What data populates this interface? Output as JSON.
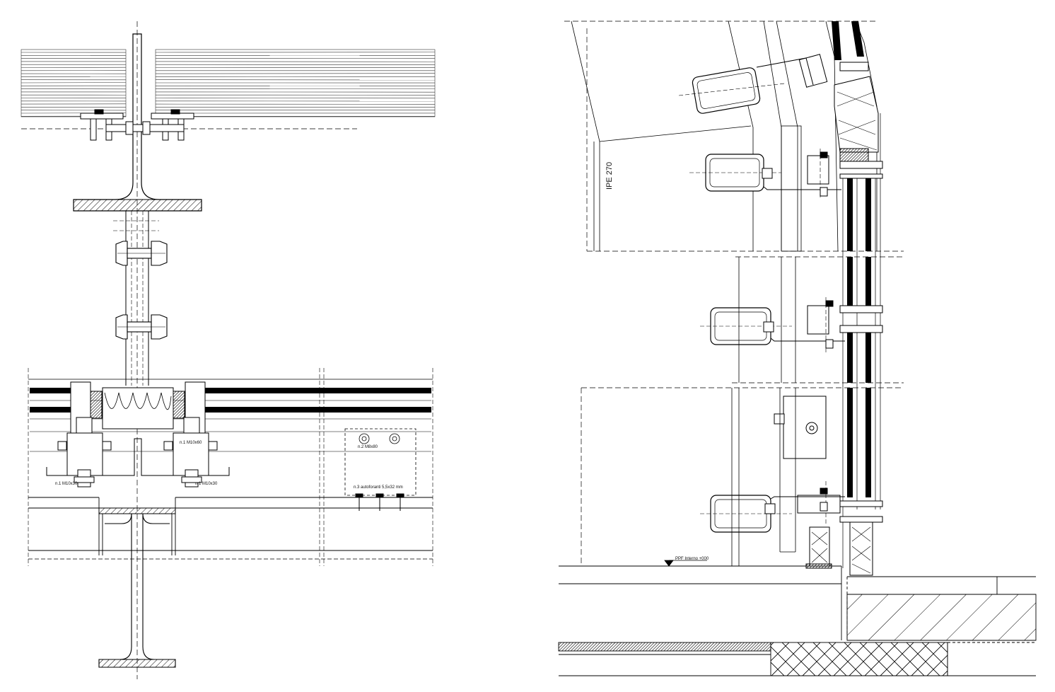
{
  "drawing": {
    "left_detail": {
      "labels": {
        "bolts_m8": "n.2 M8x80",
        "bolt_left": "n.1 M10x30",
        "bolt_mid": "n.1 M10x60",
        "bolt_right": "n.1 M10x30",
        "self_tapping": "n.3 autoforanti 5,5x32 mm"
      }
    },
    "right_detail": {
      "labels": {
        "beam": "IPE 270",
        "floor_level": "PPF Interno +000"
      }
    }
  }
}
